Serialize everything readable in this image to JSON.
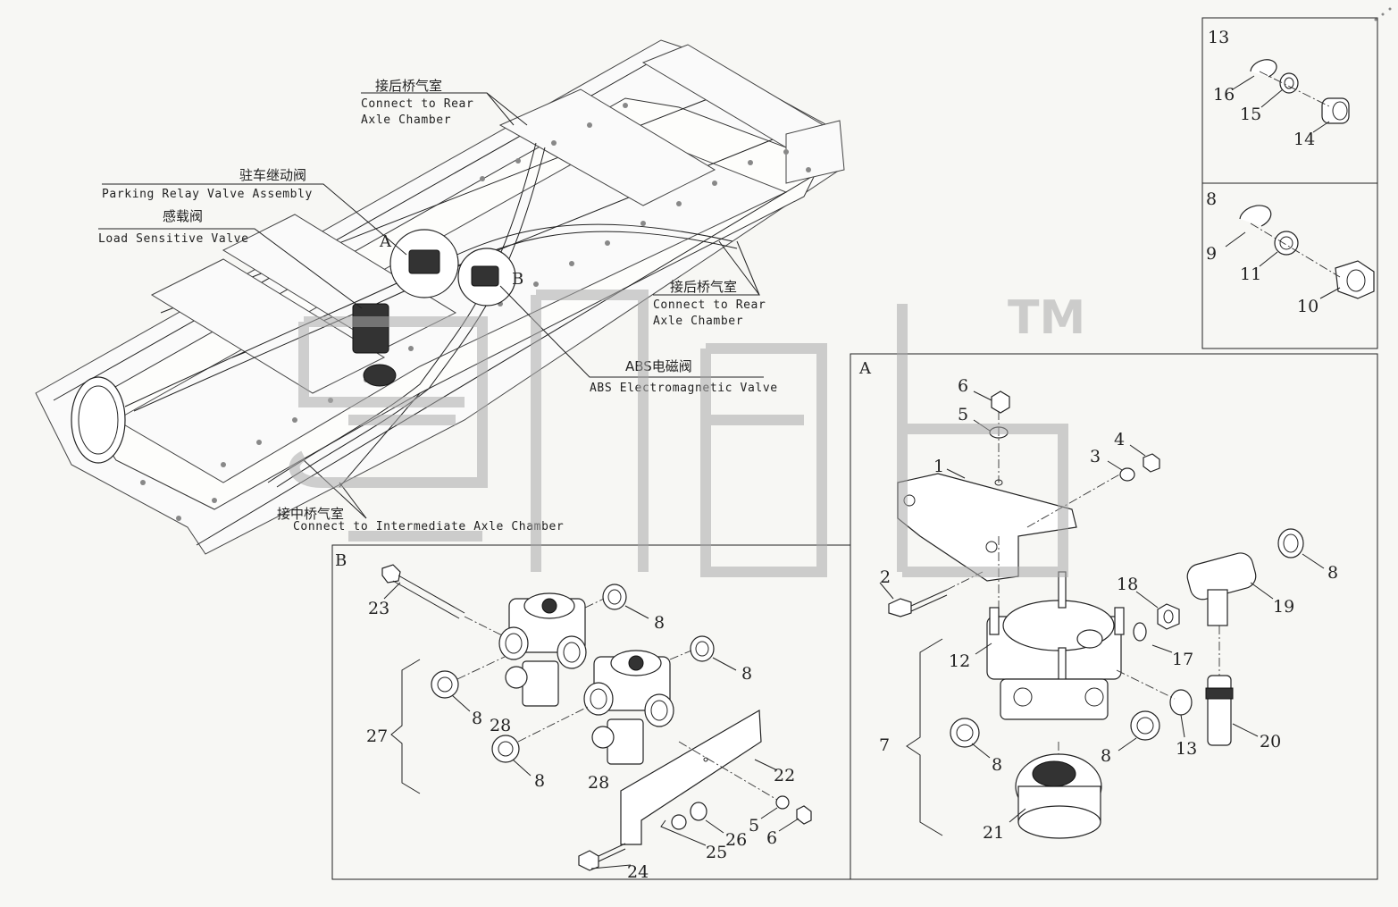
{
  "callouts": {
    "rear_axle_top_cn": "接后桥气室",
    "rear_axle_top_en1": "Connect to Rear",
    "rear_axle_top_en2": "Axle Chamber",
    "parking_relay_cn": "驻车继动阀",
    "parking_relay_en": "Parking Relay Valve Assembly",
    "load_sensing_cn": "感载阀",
    "load_sensing_en": "Load Sensitive Valve",
    "rear_axle_mid_cn": "接后桥气室",
    "rear_axle_mid_en1": "Connect to Rear",
    "rear_axle_mid_en2": "Axle Chamber",
    "abs_cn": "ABS电磁阀",
    "abs_en": "ABS Electromagnetic Valve",
    "intermediate_cn": "接中桥气室",
    "intermediate_en": "Connect to Intermediate Axle Chamber",
    "detail_a_marker": "A",
    "detail_b_marker": "B"
  },
  "boxes": {
    "box_13": {
      "tag": "13",
      "labels": [
        "16",
        "15",
        "14"
      ]
    },
    "box_8": {
      "tag": "8",
      "labels": [
        "9",
        "11",
        "10"
      ]
    },
    "box_a": {
      "tag": "A"
    },
    "box_b": {
      "tag": "B"
    }
  },
  "detail_a_labels": {
    "l6": "6",
    "l5": "5",
    "l4": "4",
    "l3": "3",
    "l1": "1",
    "l2": "2",
    "l18": "18",
    "l19": "19",
    "l8a": "8",
    "l12": "12",
    "l17": "17",
    "l7": "7",
    "l8b": "8",
    "l8c": "8",
    "l13": "13",
    "l20": "20",
    "l21": "21"
  },
  "detail_b_labels": {
    "l23": "23",
    "l8a": "8",
    "l8b": "8",
    "l8c": "8",
    "l8d": "8",
    "l27": "27",
    "l28a": "28",
    "l28b": "28",
    "l22": "22",
    "l5": "5",
    "l6": "6",
    "l26": "26",
    "l25": "25",
    "l24": "24"
  },
  "watermark": {
    "trademark": "TM"
  }
}
